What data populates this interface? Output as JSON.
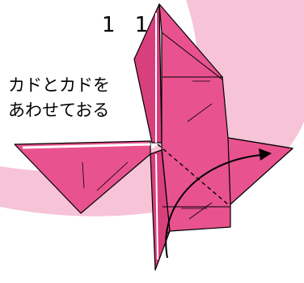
{
  "diagram": {
    "step_number": "1 1",
    "instruction": {
      "line1": "カドとカドを",
      "line2": "あわせておる"
    },
    "colors": {
      "paper": "#E8538F",
      "paper_dark": "#D8407D",
      "background_band": "#F6C3D7",
      "outline": "#000000",
      "white_edge": "#FFFFFF"
    },
    "icons": [
      "origami-paper-model",
      "fold-direction-arrow",
      "valley-fold-dashed-line"
    ]
  }
}
